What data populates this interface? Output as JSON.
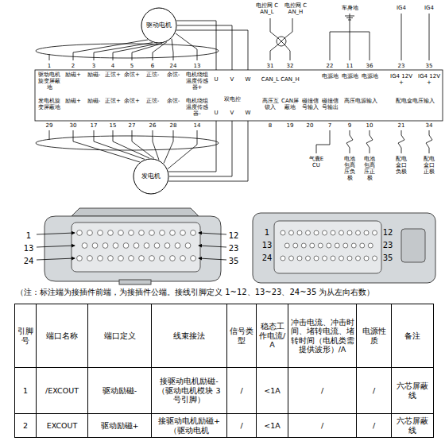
{
  "diagram": {
    "nodes": [
      {
        "text": [
          "驱动电机"
        ]
      },
      {
        "text": [
          "发电机"
        ]
      }
    ],
    "labels": [
      "1",
      "2",
      "3",
      "4",
      "5",
      "6",
      "24",
      "13",
      "驱动电机旋变屏蔽地",
      "励磁+",
      "励磁-",
      "正弦+",
      "余弦+",
      "正弦-",
      "余弦-",
      "电机绕组温度传感器+",
      "U",
      "V",
      "W",
      "双电控",
      "发电机旋变屏蔽地",
      "励磁+",
      "励磁-",
      "正弦+",
      "余弦+",
      "正弦-",
      "余弦-",
      "电机绕组温度传感器-",
      "U",
      "V",
      "W",
      "29",
      "30",
      "17",
      "15",
      "27",
      "26",
      "28",
      "14",
      "31",
      "32",
      "22",
      "11",
      "36",
      "23",
      "35",
      "CAN_L",
      "CAN_H",
      "电源地",
      "电源地",
      "电源地",
      "IG4 12V+",
      "IG4 12V+",
      "高压互锁入",
      "CAN屏蔽地",
      "碰撞信号输入",
      "碰撞信号输出",
      "高压电源输入",
      "配电盒电压输入",
      "8",
      "19",
      "20",
      "7",
      "9",
      "10",
      "21",
      "34",
      "电控网 CAN_L",
      "电控网 CAN_H",
      "车身地",
      "IG4",
      "IG4",
      "气囊ECU",
      "电池包高压负极",
      "电池包高压正极",
      "配电盒口负极",
      "配电盒口正极",
      "1",
      "13",
      "24",
      "12",
      "23",
      "35",
      "1",
      "13",
      "24",
      "12",
      "23",
      "35",
      "（注：标注端为接插件前端，为接插件公端。接线引脚定义 1~12、13~23、24~35 为从左向右数）",
      "引脚号",
      "端口名称",
      "端口定义",
      "线束接法",
      "信号类型",
      "稳态工作电流/A",
      "冲击电流、冲击时间、堵转电流、堵转时间（电机类需提供波形）/A",
      "电源性质",
      "备注",
      "1",
      "/EXCOUT",
      "驱动励磁-",
      "接驱动电机励磁-（驱动电机模块 3 号引脚）",
      "/",
      "<1A",
      "/",
      "/",
      "六芯屏蔽线",
      "2",
      "EXCOUT",
      "驱动励磁+",
      "接驱动电机励磁+（驱动电机",
      "/",
      "<1A",
      "/",
      "/",
      "六芯屏蔽线"
    ]
  }
}
